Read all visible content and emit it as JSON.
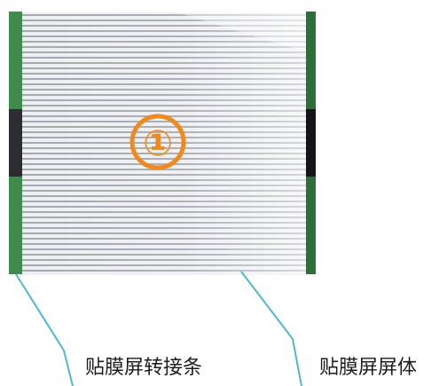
{
  "diagram": {
    "marker": "①",
    "callouts": [
      {
        "label": "贴膜屏转接条"
      },
      {
        "label": "贴膜屏屏体"
      }
    ]
  },
  "colors": {
    "flex_strip_green": "#3f8b4c",
    "flex_strip_dark": "#2b2d33",
    "panel_stripe_light": "#f0f1f3",
    "panel_stripe_dark": "#9ea3aa",
    "marker_orange": "#ef8a1e",
    "leader_line_cyan": "#4fb8cc"
  }
}
